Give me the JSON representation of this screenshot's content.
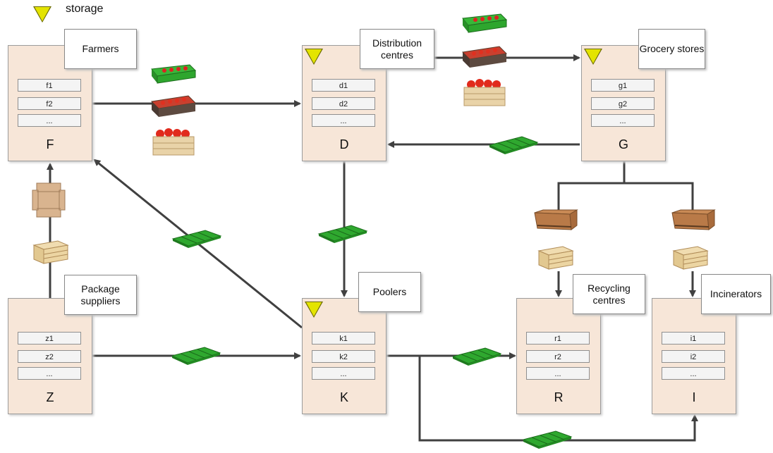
{
  "legend": {
    "label": "storage"
  },
  "nodes": {
    "F": {
      "title": "Farmers",
      "letter": "F",
      "items": [
        "f1",
        "f2",
        "..."
      ]
    },
    "D": {
      "title": "Distribution centres",
      "letter": "D",
      "items": [
        "d1",
        "d2",
        "..."
      ]
    },
    "G": {
      "title": "Grocery stores",
      "letter": "G",
      "items": [
        "g1",
        "g2",
        "..."
      ]
    },
    "Z": {
      "title": "Package suppliers",
      "letter": "Z",
      "items": [
        "z1",
        "z2",
        "..."
      ]
    },
    "K": {
      "title": "Poolers",
      "letter": "K",
      "items": [
        "k1",
        "k2",
        "..."
      ]
    },
    "R": {
      "title": "Recycling centres",
      "letter": "R",
      "items": [
        "r1",
        "r2",
        "..."
      ]
    },
    "I": {
      "title": "Incinerators",
      "letter": "I",
      "items": [
        "i1",
        "i2",
        "..."
      ]
    }
  },
  "colors": {
    "node_fill": "#f7e6d8",
    "arrow": "#404040",
    "storage": "#e4e400",
    "crate_green": "#2ea62e"
  }
}
